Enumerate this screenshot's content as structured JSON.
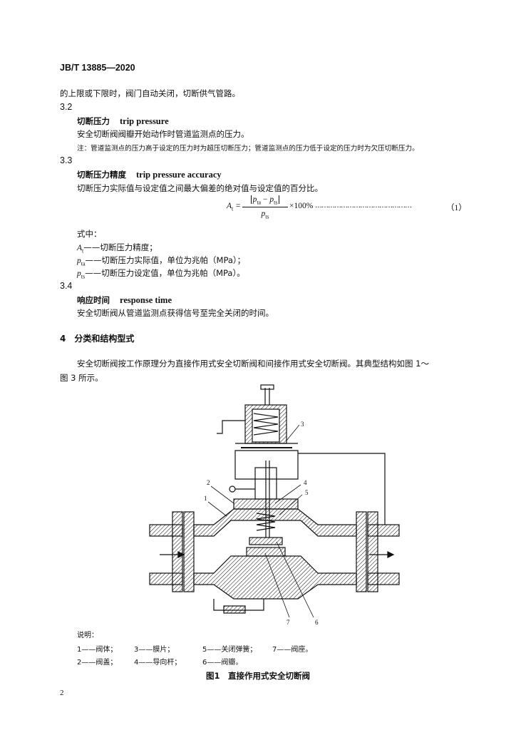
{
  "header": {
    "code": "JB/T 13885—2020"
  },
  "continuation": "的上限或下限时，阀门自动关闭，切断供气管路。",
  "s32": {
    "num": "3.2",
    "term_zh": "切断压力",
    "term_en": "trip pressure",
    "def": "安全切断阀阀瓣开始动作时管道监测点的压力。",
    "note": "注：管道监测点的压力高于设定的压力时为超压切断压力；管道监测点的压力低于设定的压力时为欠压切断压力。"
  },
  "s33": {
    "num": "3.3",
    "term_zh": "切断压力精度",
    "term_en": "trip pressure accuracy",
    "def": "切断压力实际值与设定值之间最大偏差的绝对值与设定值的百分比。",
    "formula": {
      "lhs": "A",
      "lhs_sub": "t",
      "num_a": "p",
      "num_a_sub": "ta",
      "minus": " − ",
      "num_b": "p",
      "num_b_sub": "ts",
      "den": "p",
      "den_sub": "ts",
      "mult": "×100%",
      "dots": "………………………………………",
      "eq_no": "（1）"
    },
    "where": "式中：",
    "vars": [
      {
        "sym": "A",
        "sub": "t",
        "desc": "——切断压力精度；"
      },
      {
        "sym": "p",
        "sub": "ta",
        "desc": "——切断压力实际值，单位为兆帕（MPa）；"
      },
      {
        "sym": "p",
        "sub": "ts",
        "desc": "——切断压力设定值，单位为兆帕（MPa）。"
      }
    ]
  },
  "s34": {
    "num": "3.4",
    "term_zh": "响应时间",
    "term_en": "response time",
    "def": "安全切断阀从管道监测点获得信号至完全关闭的时间。"
  },
  "s4": {
    "num": "4",
    "title": "分类和结构型式",
    "para_l1": "安全切断阀按工作原理分为直接作用式安全切断阀和间接作用式安全切断阀。其典型结构如图 1～",
    "para_l2": "图 3 所示。"
  },
  "figure": {
    "callouts": [
      "1",
      "2",
      "3",
      "4",
      "5",
      "6",
      "7"
    ],
    "legend_title": "说明：",
    "legend": [
      [
        "1——阀体；",
        "3——膜片；",
        "5——关闭弹簧；",
        "7——阀座。"
      ],
      [
        "2——阀盖；",
        "4——导向杆；",
        "6——阀瓣。"
      ]
    ],
    "caption": "图1　直接作用式安全切断阀"
  },
  "page_number": "2"
}
